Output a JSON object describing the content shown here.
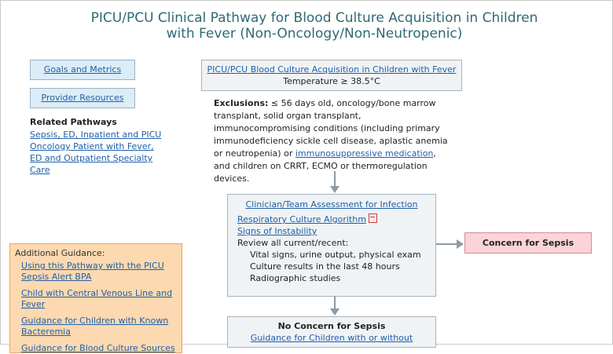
{
  "title_line1": "PICU/PCU Clinical Pathway for Blood Culture Acquisition in Children",
  "title_line2": "with Fever (Non-Oncology/Non-Neutropenic)",
  "goals_button": "Goals and Metrics",
  "provider_button": "Provider Resources",
  "related": {
    "heading": "Related Pathways",
    "links": [
      "Sepsis, ED, Inpatient and PICU",
      "Oncology Patient with Fever, ED and Outpatient Specialty Care"
    ]
  },
  "guidance": {
    "heading": "Additional Guidance:",
    "links": [
      "Using this Pathway with the PICU Sepsis Alert BPA",
      "Child with Central Venous Line and Fever",
      "Guidance for Children with Known Bacteremia",
      "Guidance for Blood Culture Sources"
    ]
  },
  "start_box": {
    "link": "PICU/PCU Blood Culture Acquisition in Children with Fever",
    "text": "Temperature ≥ 38.5°C"
  },
  "exclusions": {
    "label": "Exclusions:",
    "text_before": " ≤ 56 days old, oncology/bone marrow transplant, solid organ transplant, immunocompromising conditions (including primary immunodeficiency sickle cell disease, aplastic anemia or neutropenia) or ",
    "link": "immunosuppressive medication",
    "text_after": ", and children on CRRT, ECMO or thermoregulation devices."
  },
  "assessment": {
    "title": "Clinician/Team Assessment for Infection",
    "link1": "Respiratory Culture Algorithm",
    "link2": "Signs of Instability",
    "review": "Review all current/recent:",
    "items": [
      "Vital signs, urine output, physical exam",
      "Culture results in the last 48 hours",
      "Radiographic studies"
    ]
  },
  "concern_box": "Concern for Sepsis",
  "no_concern": {
    "title": "No Concern for Sepsis",
    "link": "Guidance for Children with or without"
  },
  "colors": {
    "title": "#2f6a75",
    "link": "#1f5fa8",
    "button_bg": "#dcedf7",
    "guidance_bg": "#fcd9b0",
    "sepsis_bg": "#fbd3d8",
    "box_bg": "#f0f3f5"
  },
  "icons": {
    "pdf": "pdf-icon"
  }
}
